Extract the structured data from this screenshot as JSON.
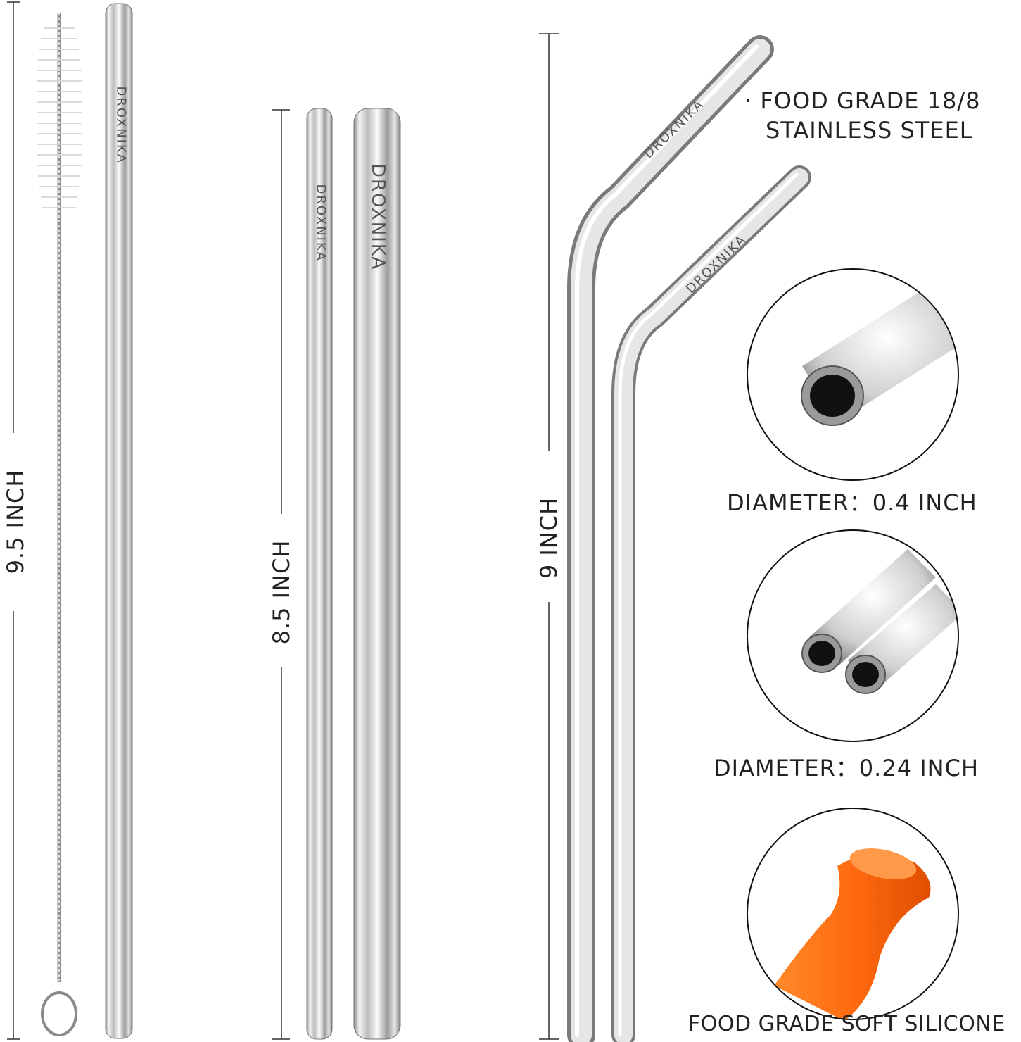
{
  "brand": "DROXNIKA",
  "dimensions": {
    "straight_long": "9.5 INCH",
    "straight_short": "8.5 INCH",
    "bent": "9  INCH"
  },
  "features": {
    "steel_line1": "· FOOD GRADE 18/8",
    "steel_line2": "STAINLESS STEEL",
    "diameter_wide": "DIAMETER：0.4 INCH",
    "diameter_narrow": "DIAMETER：0.24 INCH",
    "silicone": "FOOD GRADE SOFT SILICONE"
  },
  "colors": {
    "steel": "#c8c8c8",
    "silicone_tip": "#ff6a10"
  }
}
